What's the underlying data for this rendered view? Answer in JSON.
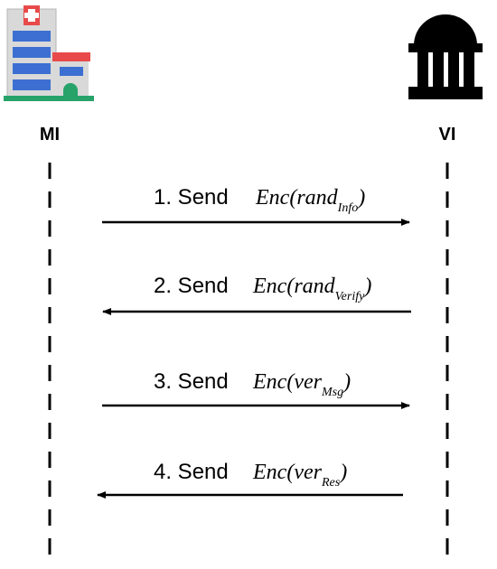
{
  "actors": {
    "left": {
      "label": "MI",
      "icon": "hospital-icon"
    },
    "right": {
      "label": "VI",
      "icon": "institution-icon"
    }
  },
  "messages": [
    {
      "step": "1. Send",
      "enc_prefix": "Enc(",
      "var": "rand",
      "sub": "Info",
      "enc_suffix": ")",
      "direction": "right"
    },
    {
      "step": "2. Send",
      "enc_prefix": "Enc(",
      "var": "rand",
      "sub": "Verify",
      "enc_suffix": ")",
      "direction": "left"
    },
    {
      "step": "3. Send",
      "enc_prefix": "Enc(",
      "var": "ver",
      "sub": "Msg",
      "enc_suffix": ")",
      "direction": "right"
    },
    {
      "step": "4. Send",
      "enc_prefix": "Enc(",
      "var": "ver",
      "sub": "Res",
      "enc_suffix": ")",
      "direction": "left"
    }
  ],
  "colors": {
    "hospital_wall": "#d9d9d9",
    "hospital_window": "#3c6fd1",
    "hospital_cross": "#e84a4a",
    "hospital_roof": "#e84a4a",
    "hospital_door": "#27a36a",
    "institution": "#000000",
    "line": "#000000"
  }
}
